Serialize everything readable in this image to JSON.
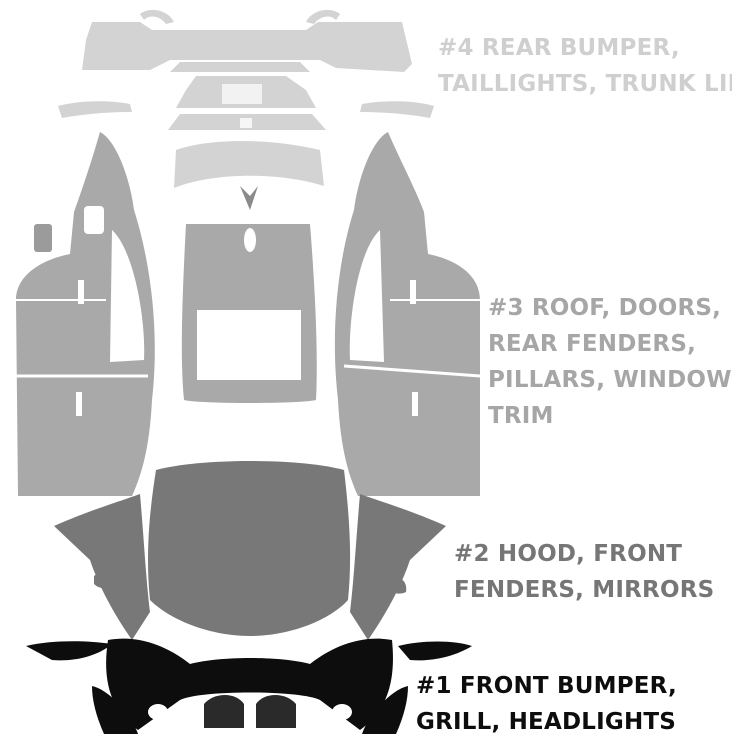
{
  "sections": [
    {
      "id": "rear",
      "lines": [
        "#4 REAR BUMPER,",
        "TAILLIGHTS, TRUNK LID"
      ],
      "color": "#cfcfcf"
    },
    {
      "id": "roof",
      "lines": [
        "#3 ROOF, DOORS,",
        "REAR FENDERS,",
        "PILLARS, WINDOW",
        "TRIM"
      ],
      "color": "#a6a6a6"
    },
    {
      "id": "hood",
      "lines": [
        "#2 HOOD, FRONT",
        "FENDERS, MIRRORS"
      ],
      "color": "#767676"
    },
    {
      "id": "front",
      "lines": [
        "#1 FRONT BUMPER,",
        "GRILL, HEADLIGHTS"
      ],
      "color": "#0d0d0d"
    }
  ]
}
